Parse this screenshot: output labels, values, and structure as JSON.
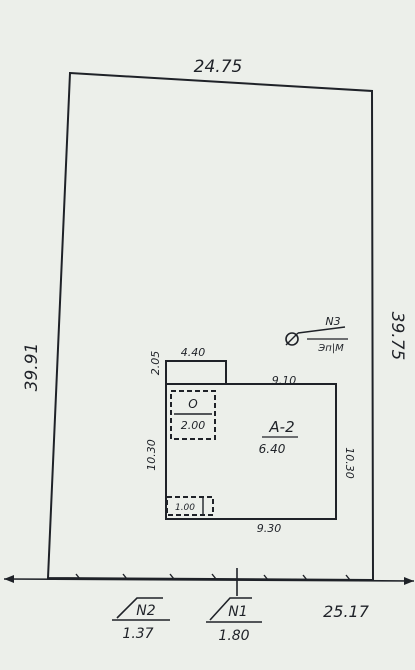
{
  "plot": {
    "top_length": "24.75",
    "left_length": "39.91",
    "right_length": "39.75",
    "bottom_right_length": "25.17"
  },
  "house": {
    "label": "А-2",
    "floors": "6.40",
    "top_width": "9.10",
    "bottom_width": "9.30",
    "left_depth": "10.30",
    "right_depth": "10.30"
  },
  "annex": {
    "width": "4.40",
    "depth": "2.05"
  },
  "inner_room": {
    "label": "О",
    "value": "2.00"
  },
  "porch": {
    "value": "1.00"
  },
  "marker_3": {
    "label": "N3",
    "sublabel": "Эп|М"
  },
  "marker_2": {
    "label": "N2",
    "value": "1.37"
  },
  "marker_1": {
    "label": "N1",
    "value": "1.80"
  },
  "colors": {
    "paper": "#ecefea",
    "ink": "#1f2228"
  }
}
